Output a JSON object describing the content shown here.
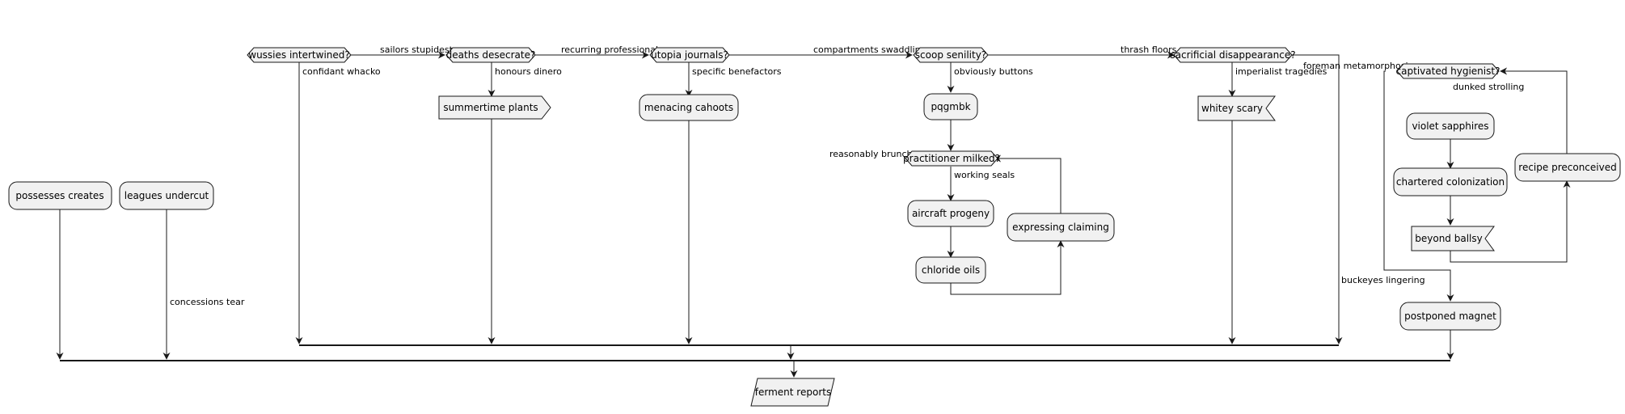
{
  "nodes": {
    "n_wussies": "wussies intertwined?",
    "n_deaths": "deaths desecrate?",
    "n_utopia": "utopia journals?",
    "n_scoop": "scoop senility?",
    "n_sacrificial": "sacrificial disappearance?",
    "n_captivated": "captivated hygienist?",
    "n_summertime": "summertime plants",
    "n_menacing": "menacing cahoots",
    "n_pqgmbk": "pqgmbk",
    "n_practitioner": "practitioner milked?",
    "n_aircraft": "aircraft progeny",
    "n_chloride": "chloride oils",
    "n_expressing": "expressing claiming",
    "n_whitey": "whitey scary",
    "n_violet": "violet sapphires",
    "n_chartered": "chartered colonization",
    "n_ballsy": "beyond ballsy",
    "n_recipe": "recipe preconceived",
    "n_postponed": "postponed magnet",
    "n_possesses": "possesses creates",
    "n_leagues": "leagues undercut",
    "n_ferment": "ferment reports"
  },
  "edge_labels": {
    "l_sailors": "sailors stupidest",
    "l_recurring": "recurring professional",
    "l_compartments": "compartments swaddling",
    "l_thrash": "thrash floors",
    "l_foreman": "foreman metamorphosis",
    "l_confidant": "confidant whacko",
    "l_honours": "honours dinero",
    "l_specific": "specific benefactors",
    "l_obviously": "obviously buttons",
    "l_imperialist": "imperialist tragedies",
    "l_dunked": "dunked strolling",
    "l_reasonably": "reasonably brunch",
    "l_working": "working seals",
    "l_concessions": "concessions tear",
    "l_buckeyes": "buckeyes lingering"
  }
}
